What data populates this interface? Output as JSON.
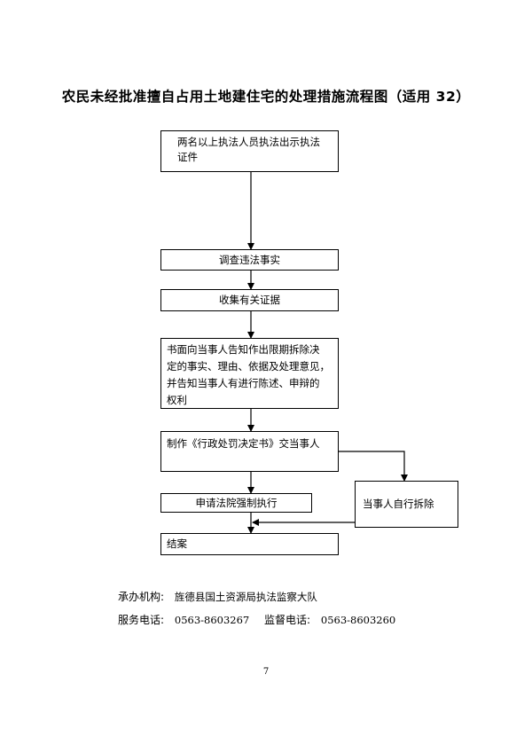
{
  "title": "农民未经批准擅自占用土地建住宅的处理措施流程图（适用 32）",
  "steps": [
    "两名以上执法人员执法出示执法\n证件",
    "调查违法事实",
    "收集有关证据",
    "书面向当事人告知作出限期拆除决\n定的事实、理由、依据及处理意见，\n并告知当事人有进行陈述、申辩的\n权利",
    "制作《行政处罚决定书》交当事人",
    "当事人自行拆除",
    "申请法院强制执行",
    "结案"
  ],
  "footer": {
    "org_label": "承办机构:",
    "org_value": "旌德县国土资源局执法监察大队",
    "service_label": "服务电话:",
    "service_value": "0563-8603267",
    "supervise_label": "监督电话:",
    "supervise_value": "0563-8603260"
  },
  "page_number": "7"
}
